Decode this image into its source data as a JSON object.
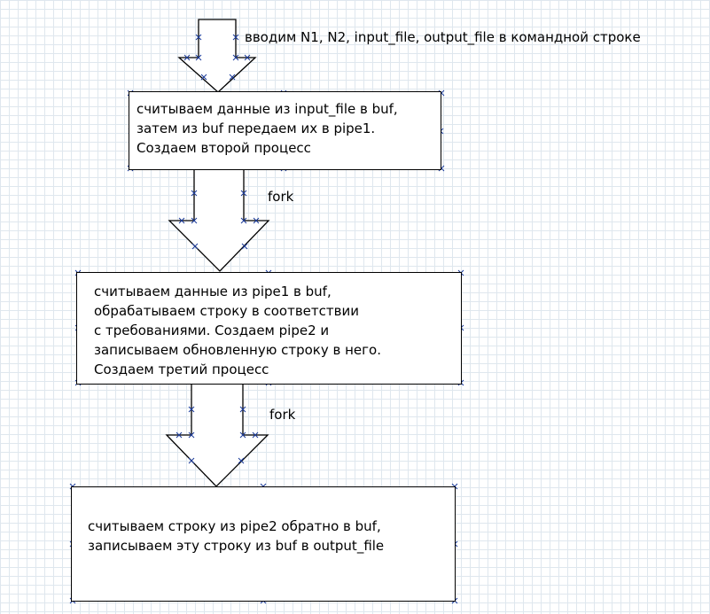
{
  "diagram": {
    "top_note": "вводим N1, N2, input_file, output_file в командной строке",
    "boxes": [
      {
        "lines": [
          "считываем данные из input_file в buf,",
          "затем из buf передаем их в pipe1.",
          "Создаем второй процесс"
        ]
      },
      {
        "lines": [
          "считываем данные из pipe1 в buf,",
          "обрабатываем строку в соответствии",
          "с требованиями. Создаем pipe2 и",
          "записываем обновленную строку в него.",
          "Создаем третий процесс"
        ]
      },
      {
        "lines": [
          "считываем строку из pipe2 обратно в buf,",
          "записываем эту строку из buf в output_file"
        ]
      }
    ],
    "arrow_labels": [
      "fork",
      "fork"
    ]
  },
  "colors": {
    "line": "#000000",
    "marker": "#1a3a9a",
    "grid": "#dfe7ee"
  }
}
